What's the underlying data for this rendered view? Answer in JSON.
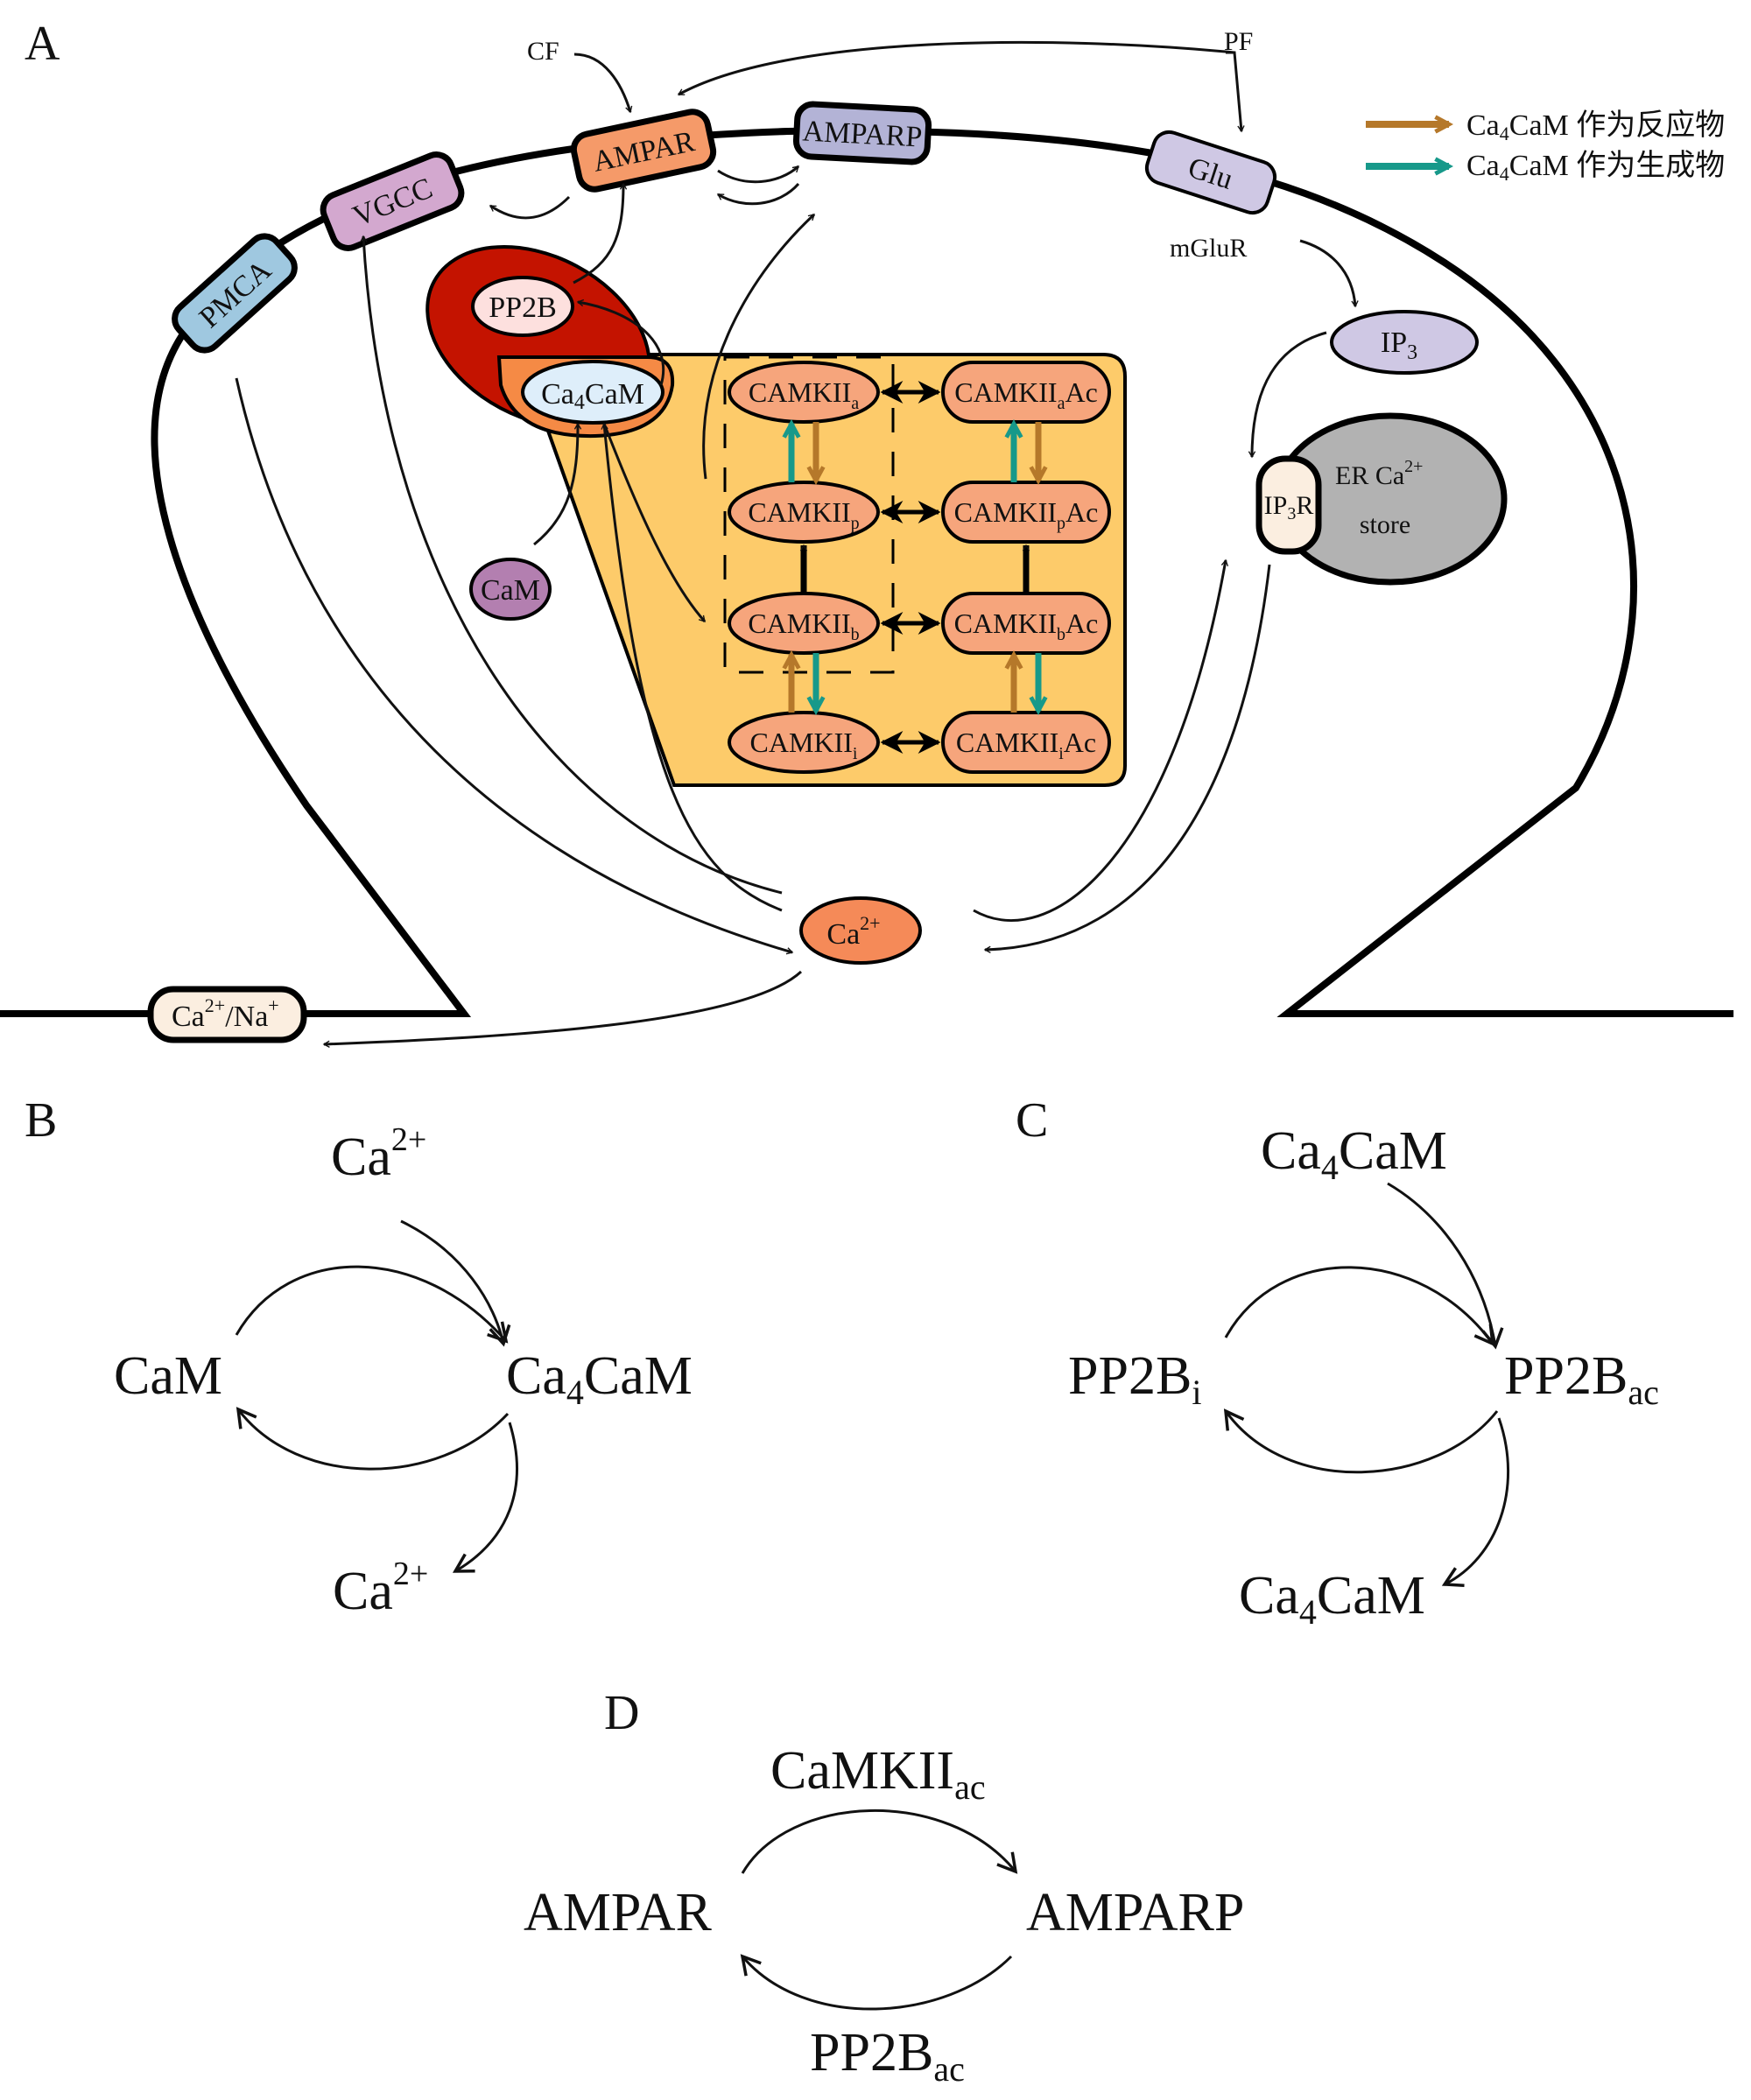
{
  "panels": {
    "a": "A",
    "b": "B",
    "c": "C",
    "d": "D"
  },
  "panel_a": {
    "inputs": {
      "cf": "CF",
      "pf": "PF",
      "mglur": "mGluR"
    },
    "membrane_proteins": {
      "pmca": "PMCA",
      "vgcc": "VGCC",
      "ampar": "AMPAR",
      "amparp": "AMPARP",
      "glu": "Glu",
      "exchanger_ca": "Ca",
      "exchanger_ca_sup": "2+",
      "exchanger_slash": "/Na",
      "exchanger_na_sup": "+"
    },
    "molecules": {
      "pp2b": "PP2B",
      "ca4cam_ca": "Ca",
      "ca4cam_sub": "4",
      "ca4cam_rest": "CaM",
      "cam": "CaM",
      "ip3_base": "IP",
      "ip3_sub": "3",
      "ip3r_base": "IP",
      "ip3r_sub": "3",
      "ip3r_rest": "R",
      "er_line1": "ER  Ca",
      "er_sup": "2+",
      "er_line2": "store",
      "ca_base": "Ca",
      "ca_sup": "2+"
    },
    "camkii": [
      {
        "base": "CAMKII",
        "sub": "a",
        "ac_base": "CAMKII",
        "ac_sub": "a",
        "ac_suffix": "Ac"
      },
      {
        "base": "CAMKII",
        "sub": "p",
        "ac_base": "CAMKII",
        "ac_sub": "p",
        "ac_suffix": "Ac"
      },
      {
        "base": "CAMKII",
        "sub": "b",
        "ac_base": "CAMKII",
        "ac_sub": "b",
        "ac_suffix": "Ac"
      },
      {
        "base": "CAMKII",
        "sub": "i",
        "ac_base": "CAMKII",
        "ac_sub": "i",
        "ac_suffix": "Ac"
      }
    ],
    "legend": [
      {
        "prefix": "Ca",
        "sub": "4",
        "rest": "CaM 作为反应物",
        "color": "#b5782a"
      },
      {
        "prefix": "Ca",
        "sub": "4",
        "rest": "CaM 作为生成物",
        "color": "#17998a"
      }
    ]
  },
  "panel_b": {
    "top_ca": "Ca",
    "top_sup": "2+",
    "left": "CaM",
    "right_ca": "Ca",
    "right_sub": "4",
    "right_rest": "CaM",
    "bottom_ca": "Ca",
    "bottom_sup": "2+"
  },
  "panel_c": {
    "top_ca": "Ca",
    "top_sub": "4",
    "top_rest": "CaM",
    "left_base": "PP2B",
    "left_sub": "i",
    "right_base": "PP2B",
    "right_sub": "ac",
    "bottom_ca": "Ca",
    "bottom_sub": "4",
    "bottom_rest": "CaM"
  },
  "panel_d": {
    "top_base": "CaMKII",
    "top_sub": "ac",
    "left": "AMPAR",
    "right": "AMPARP",
    "bottom_base": "PP2B",
    "bottom_sub": "ac"
  },
  "colors": {
    "reactant_arrow": "#b5782a",
    "product_arrow": "#17998a",
    "pp2b_complex": "#c41300",
    "camkii_panel": "#fdcb6a",
    "camkii_node": "#f6a57c",
    "ampar": "#f59a69",
    "amparp": "#b3b3d6",
    "vgcc": "#d3a8cf",
    "pmca": "#9fc8e0",
    "glu": "#cfc8e4",
    "ca_ion": "#f58a58",
    "er_store": "#b2b2b2"
  }
}
